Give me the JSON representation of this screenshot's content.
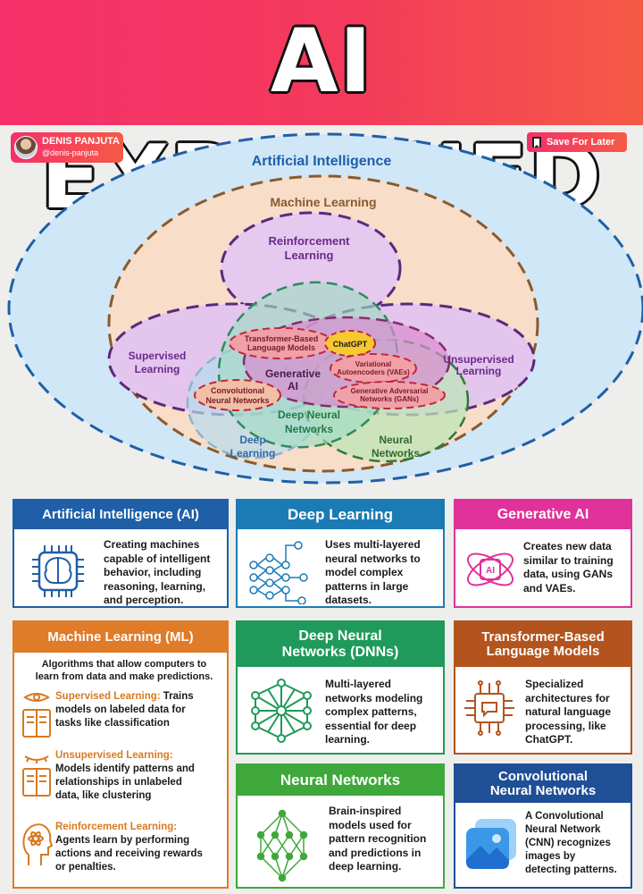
{
  "header": {
    "title": "AI EXPLAINED"
  },
  "author": {
    "name": "DENIS PANJUTA",
    "handle": "@denis-panjuta"
  },
  "save_label": "Save For Later",
  "diagram": {
    "artificial_intelligence": "Artificial Intelligence",
    "machine_learning": "Machine Learning",
    "reinforcement_learning": [
      "Reinforcement",
      "Learning"
    ],
    "supervised_learning": [
      "Supervised",
      "Learning"
    ],
    "unsupervised_learning": [
      "Unsupervised",
      "Learning"
    ],
    "transformer_models": [
      "Transformer-Based",
      "Language Models"
    ],
    "chatgpt": "ChatGPT",
    "generative_ai": [
      "Generative",
      "AI"
    ],
    "vaes": [
      "Variational",
      "Autoencoders (VAEs)"
    ],
    "cnns": [
      "Convolutional",
      "Neural Networks"
    ],
    "gans": [
      "Generative Adversarial",
      "Networks (GANs)"
    ],
    "deep_neural_networks": [
      "Deep Neural",
      "Networks"
    ],
    "deep_learning": [
      "Deep",
      "Learning"
    ],
    "neural_networks": [
      "Neural",
      "Networks"
    ]
  },
  "colors": {
    "ai": "#1f5fa8",
    "ml": "#e07b27",
    "dl": "#1b7bb5",
    "gen": "#e0329a",
    "dnn": "#1f9a5a",
    "tr": "#b3541e",
    "nn": "#3fa83a",
    "cnn": "#1f4f96"
  },
  "cards": {
    "ai": {
      "title": "Artificial Intelligence (AI)",
      "lines": [
        "Creating machines",
        "capable of intelligent",
        "behavior, including",
        "reasoning, learning,",
        "and perception."
      ]
    },
    "dl": {
      "title": "Deep Learning",
      "lines": [
        "Uses multi-layered",
        "neural networks to",
        "model complex",
        "patterns in large",
        "datasets."
      ]
    },
    "gen": {
      "title": "Generative AI",
      "lines": [
        "Creates new data",
        "similar to training",
        "data, using GANs",
        "and VAEs."
      ]
    },
    "ml": {
      "title": "Machine Learning (ML)",
      "intro": [
        "Algorithms that allow computers to",
        "learn from data and make predictions."
      ],
      "supervised_title": "Supervised Learning:",
      "supervised_lines": [
        "Trains",
        "models on labeled data for",
        "tasks like classification"
      ],
      "unsupervised_title": "Unsupervised Learning:",
      "unsupervised_lines": [
        "Models identify patterns and",
        "relationships in unlabeled",
        "data, like clustering"
      ],
      "reinforcement_title": "Reinforcement Learning:",
      "reinforcement_lines": [
        "Agents learn by performing",
        "actions and receiving rewards",
        "or penalties."
      ]
    },
    "dnn": {
      "title": [
        "Deep Neural",
        "Networks (DNNs)"
      ],
      "lines": [
        "Multi-layered",
        "networks modeling",
        "complex patterns,",
        "essential for deep",
        "learning."
      ]
    },
    "tr": {
      "title": [
        "Transformer-Based",
        "Language Models"
      ],
      "lines": [
        "Specialized",
        "architectures for",
        "natural language",
        "processing, like",
        "ChatGPT."
      ]
    },
    "nn": {
      "title": "Neural Networks",
      "lines": [
        "Brain-inspired",
        "models used for",
        "pattern recognition",
        "and predictions in",
        "deep learning."
      ]
    },
    "cnn": {
      "title": [
        "Convolutional",
        "Neural Networks"
      ],
      "lines": [
        "A Convolutional",
        "Neural Network",
        "(CNN) recognizes",
        "images by",
        "detecting patterns."
      ]
    }
  }
}
